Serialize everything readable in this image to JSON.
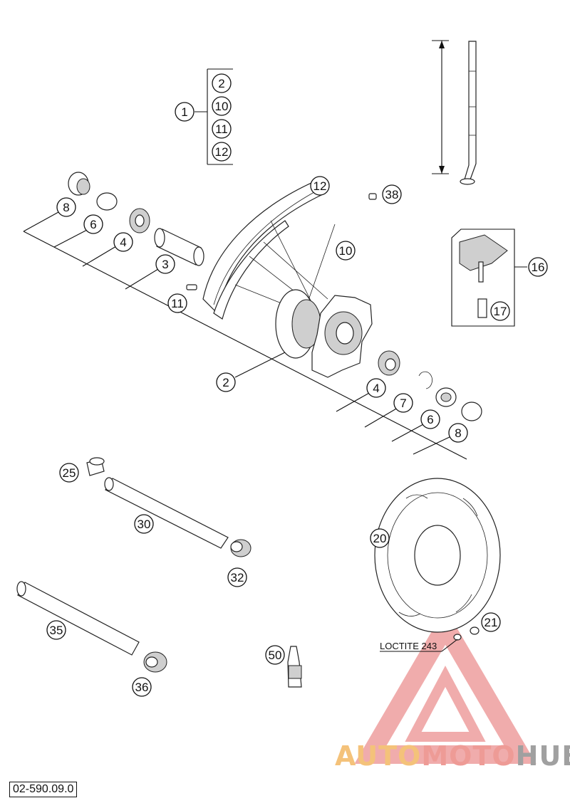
{
  "document_code": "02-590.09.0",
  "loctite_note": "LOCTITE 243",
  "brand": {
    "part1": "AUTO",
    "part2": "MOTO",
    "part3": "HUB"
  },
  "callouts": [
    {
      "id": "c1",
      "label": "1"
    },
    {
      "id": "c2a",
      "label": "2"
    },
    {
      "id": "c10a",
      "label": "10"
    },
    {
      "id": "c11a",
      "label": "11"
    },
    {
      "id": "c12a",
      "label": "12"
    },
    {
      "id": "c8a",
      "label": "8"
    },
    {
      "id": "c6a",
      "label": "6"
    },
    {
      "id": "c4a",
      "label": "4"
    },
    {
      "id": "c3",
      "label": "3"
    },
    {
      "id": "c11b",
      "label": "11"
    },
    {
      "id": "c12b",
      "label": "12"
    },
    {
      "id": "c38",
      "label": "38"
    },
    {
      "id": "c10b",
      "label": "10"
    },
    {
      "id": "c16",
      "label": "16"
    },
    {
      "id": "c17",
      "label": "17"
    },
    {
      "id": "c2b",
      "label": "2"
    },
    {
      "id": "c4b",
      "label": "4"
    },
    {
      "id": "c7",
      "label": "7"
    },
    {
      "id": "c6b",
      "label": "6"
    },
    {
      "id": "c8b",
      "label": "8"
    },
    {
      "id": "c25",
      "label": "25"
    },
    {
      "id": "c30",
      "label": "30"
    },
    {
      "id": "c32",
      "label": "32"
    },
    {
      "id": "c20",
      "label": "20"
    },
    {
      "id": "c21",
      "label": "21"
    },
    {
      "id": "c35",
      "label": "35"
    },
    {
      "id": "c36",
      "label": "36"
    },
    {
      "id": "c50",
      "label": "50"
    }
  ]
}
